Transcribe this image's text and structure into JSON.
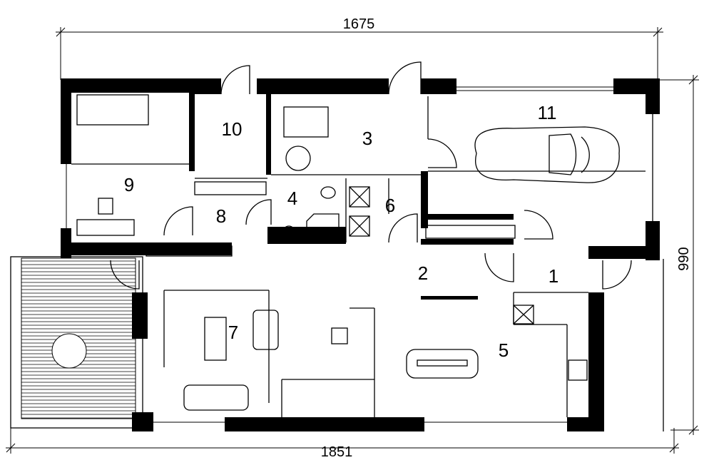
{
  "dimensions": {
    "top": "1675",
    "bottom": "1851",
    "right": "990"
  },
  "rooms": [
    {
      "number": "1"
    },
    {
      "number": "2"
    },
    {
      "number": "3"
    },
    {
      "number": "4"
    },
    {
      "number": "5"
    },
    {
      "number": "6"
    },
    {
      "number": "7"
    },
    {
      "number": "8"
    },
    {
      "number": "9"
    },
    {
      "number": "10"
    },
    {
      "number": "11"
    }
  ],
  "colors": {
    "wall": "#000000",
    "background": "#ffffff"
  }
}
